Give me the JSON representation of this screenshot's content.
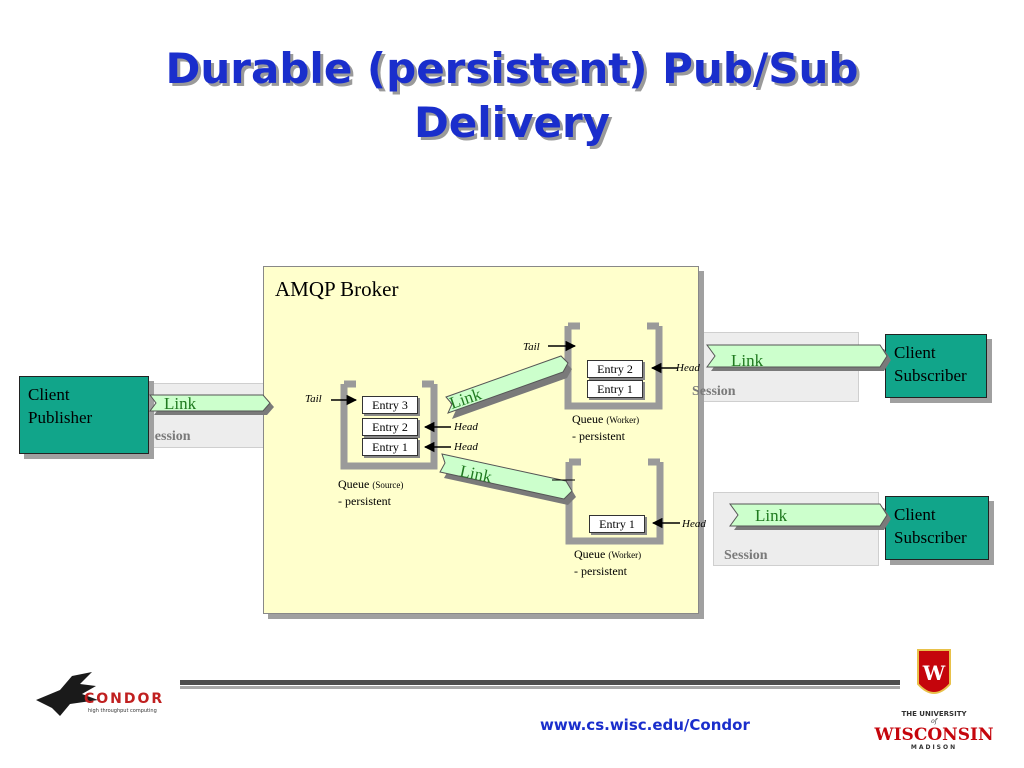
{
  "slide": {
    "title_line1": "Durable (persistent) Pub/Sub",
    "title_line2": "Delivery"
  },
  "broker": {
    "title": "AMQP Broker"
  },
  "publisher": {
    "label_line1": "Client",
    "label_line2": "Publisher",
    "link": "Link",
    "session": "Session"
  },
  "source_queue": {
    "entries": [
      "Entry 3",
      "Entry 2",
      "Entry 1"
    ],
    "tail": "Tail",
    "head1": "Head",
    "head2": "Head",
    "label": "Queue",
    "label_sub": "(Source)",
    "label_line2": "- persistent"
  },
  "worker_queue_1": {
    "entries": [
      "Entry 2",
      "Entry 1"
    ],
    "tail": "Tail",
    "head": "Head",
    "label": "Queue",
    "label_sub": "(Worker)",
    "label_line2": "- persistent"
  },
  "worker_queue_2": {
    "entries": [
      "Entry 1"
    ],
    "head": "Head",
    "label": "Queue",
    "label_sub": "(Worker)",
    "label_line2": "- persistent"
  },
  "internal_links": {
    "upper": "Link",
    "lower": "Link"
  },
  "subscriber_1": {
    "label_line1": "Client",
    "label_line2": "Subscriber",
    "link": "Link",
    "session": "Session"
  },
  "subscriber_2": {
    "label_line1": "Client",
    "label_line2": "Subscriber",
    "link": "Link",
    "session": "Session"
  },
  "footer": {
    "url": "www.cs.wisc.edu/Condor",
    "condor_logo_text": "CONDOR",
    "condor_logo_tagline": "high throughput computing",
    "uw_logo_line1": "THE UNIVERSITY",
    "uw_logo_line2": "of",
    "uw_logo_line3": "WISCONSIN",
    "uw_logo_line4": "MADISON"
  },
  "colors": {
    "title": "#1a2ecc",
    "broker_bg": "#ffffcc",
    "client_bg": "#11a58a",
    "link_fill": "#ccffcc",
    "link_text": "#1f7a1f",
    "session_bg": "#ededed"
  }
}
